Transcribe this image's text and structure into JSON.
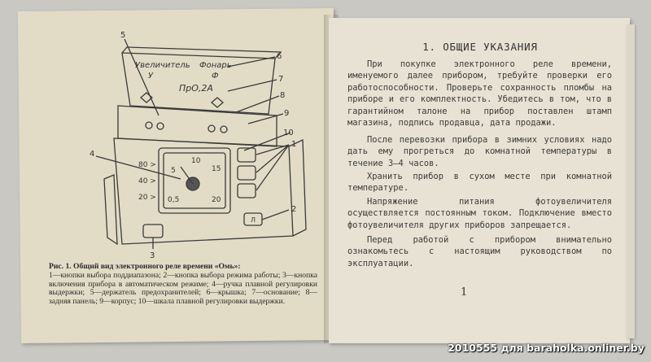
{
  "left_page": {
    "callouts": [
      "5",
      "6",
      "7",
      "8",
      "9",
      "10",
      "4",
      "1",
      "2",
      "3"
    ],
    "lid_labels": {
      "amplifier": "Увеличитель",
      "amplifier_letter": "У",
      "lamp": "Фонарь",
      "lamp_letter": "Ф",
      "fuse": "ПрО,2А"
    },
    "scale_left_labels": [
      "80 >",
      "40 >",
      "20 >"
    ],
    "dial_numbers": [
      "5",
      "10",
      "15",
      "0,5",
      "20"
    ],
    "foot_letter": "Л",
    "caption_lead": "Рис. 1. Общий вид электронного реле времени «Омь»:",
    "caption_body": "1—кнопки выбора поддиапазона; 2—кнопка выбора режима работы; 3—кнопка включения прибора в автоматическом режиме; 4—ручка плавной регулировки выдержки; 5—держатель предохранителей; 6—крышка; 7—основание; 8—задняя панель; 9—корпус; 10—шкала плавной регулировки выдержки."
  },
  "right_page": {
    "section_title": "1. ОБЩИЕ УКАЗАНИЯ",
    "paragraphs": [
      "При покупке электронного реле времени, именуемого далее прибором, требуйте проверки его работоспособности. Проверьте сохранность пломбы на приборе и его комплектность. Убедитесь в том, что в гарантийном талоне на прибор поставлен штамп магазина, подпись продавца, дата продажи.",
      "После перевозки прибора в зимних условиях надо дать ему прогреться до комнатной температуры в течение 3—4 часов.",
      "Хранить прибор в сухом месте при комнатной температуре.",
      "Напряжение питания фотоувеличителя осуществляется постоянным током. Подключение вместо фотоувеличителя других приборов запрещается.",
      "Перед работой с прибором внимательно ознакомьтесь с настоящим руководством по эксплуатации."
    ],
    "page_number": "1"
  },
  "watermark": "2010555 для baraholka.onliner.by"
}
